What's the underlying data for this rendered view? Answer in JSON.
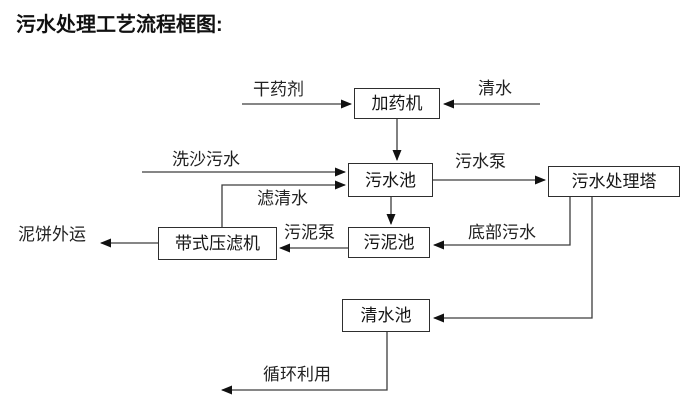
{
  "title": "污水处理工艺流程框图:",
  "diagram_type": "flowchart",
  "nodes": {
    "dosing_machine": {
      "label": "加药机"
    },
    "sewage_pool": {
      "label": "污水池"
    },
    "treatment_tower": {
      "label": "污水处理塔"
    },
    "belt_filter_press": {
      "label": "带式压滤机"
    },
    "sludge_pool": {
      "label": "污泥池"
    },
    "clean_water_pool": {
      "label": "清水池"
    }
  },
  "edge_labels": {
    "dry_agent": "干药剂",
    "clean_water": "清水",
    "sand_washing_sewage": "洗沙污水",
    "sewage_pump": "污水泵",
    "filtered_water": "滤清水",
    "mud_cake_out": "泥饼外运",
    "sludge_pump": "污泥泵",
    "bottom_sewage": "底部污水",
    "recycle_use": "循环利用"
  },
  "colors": {
    "background": "#ffffff",
    "line": "#3d3d3d",
    "arrowhead": "#111111",
    "box_border": "#2e2e2e",
    "text": "#1a1a1a"
  }
}
